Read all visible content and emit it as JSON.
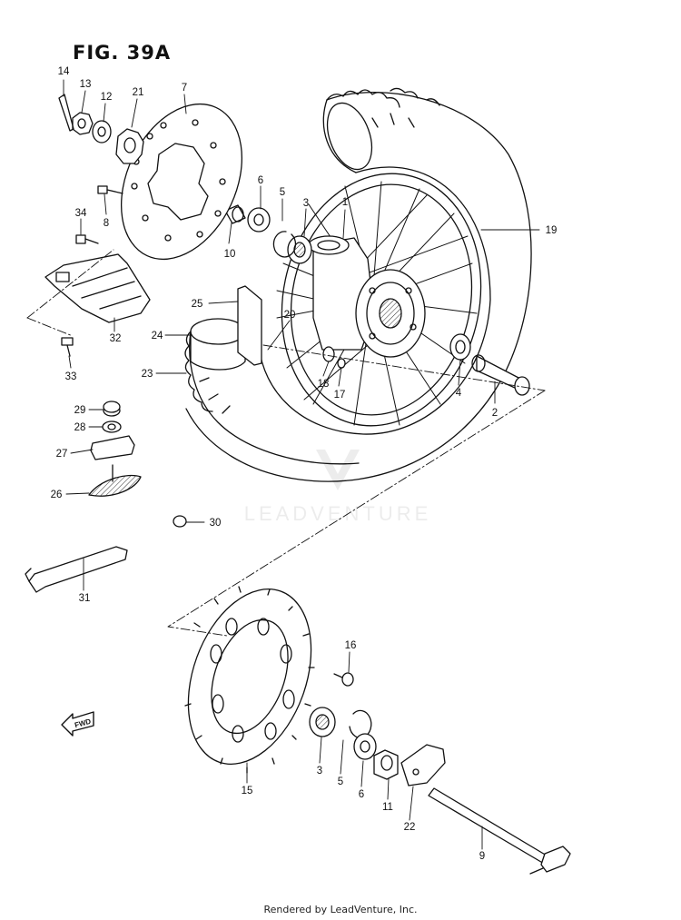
{
  "figure": {
    "title": "FIG. 39A"
  },
  "footer": {
    "text": "Rendered by LeadVenture, Inc."
  },
  "watermark": {
    "text": "LEADVENTURE"
  },
  "direction_arrow": {
    "text": "FWD"
  },
  "callouts": [
    {
      "id": "c14",
      "label": "14"
    },
    {
      "id": "c13",
      "label": "13"
    },
    {
      "id": "c12",
      "label": "12"
    },
    {
      "id": "c21",
      "label": "21"
    },
    {
      "id": "c7",
      "label": "7"
    },
    {
      "id": "c8",
      "label": "8"
    },
    {
      "id": "c34",
      "label": "34"
    },
    {
      "id": "c10",
      "label": "10"
    },
    {
      "id": "c6a",
      "label": "6"
    },
    {
      "id": "c5a",
      "label": "5"
    },
    {
      "id": "c3a",
      "label": "3"
    },
    {
      "id": "c1",
      "label": "1"
    },
    {
      "id": "c19",
      "label": "19"
    },
    {
      "id": "c25",
      "label": "25"
    },
    {
      "id": "c20",
      "label": "20"
    },
    {
      "id": "c24",
      "label": "24"
    },
    {
      "id": "c32",
      "label": "32"
    },
    {
      "id": "c33",
      "label": "33"
    },
    {
      "id": "c23",
      "label": "23"
    },
    {
      "id": "c18",
      "label": "18"
    },
    {
      "id": "c17",
      "label": "17"
    },
    {
      "id": "c4",
      "label": "4"
    },
    {
      "id": "c2",
      "label": "2"
    },
    {
      "id": "c29",
      "label": "29"
    },
    {
      "id": "c28",
      "label": "28"
    },
    {
      "id": "c27",
      "label": "27"
    },
    {
      "id": "c26",
      "label": "26"
    },
    {
      "id": "c30",
      "label": "30"
    },
    {
      "id": "c31",
      "label": "31"
    },
    {
      "id": "c16",
      "label": "16"
    },
    {
      "id": "c15",
      "label": "15"
    },
    {
      "id": "c3b",
      "label": "3"
    },
    {
      "id": "c5b",
      "label": "5"
    },
    {
      "id": "c6b",
      "label": "6"
    },
    {
      "id": "c11",
      "label": "11"
    },
    {
      "id": "c22",
      "label": "22"
    },
    {
      "id": "c9",
      "label": "9"
    }
  ]
}
